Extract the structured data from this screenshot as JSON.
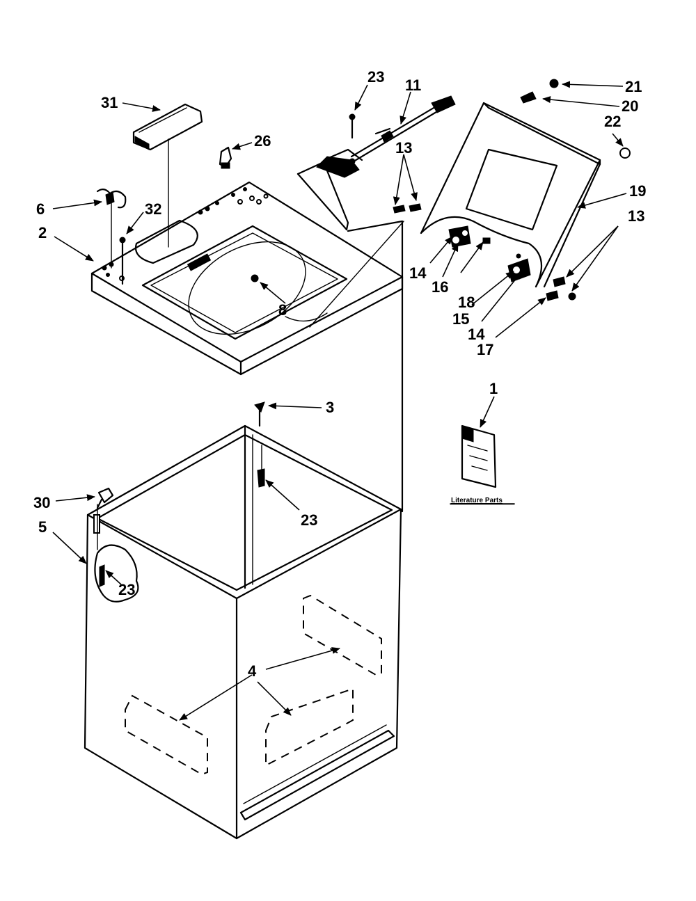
{
  "diagram": {
    "callouts": {
      "c1": "1",
      "c2": "2",
      "c3": "3",
      "c4": "4",
      "c5": "5",
      "c6": "6",
      "c8": "8",
      "c11": "11",
      "c13a": "13",
      "c13b": "13",
      "c14a": "14",
      "c14b": "14",
      "c15": "15",
      "c16": "16",
      "c17": "17",
      "c18": "18",
      "c19": "19",
      "c20": "20",
      "c21": "21",
      "c22": "22",
      "c23a": "23",
      "c23b": "23",
      "c23c": "23",
      "c26": "26",
      "c30": "30",
      "c31": "31",
      "c32": "32"
    },
    "literature_caption": "Literature Parts"
  }
}
